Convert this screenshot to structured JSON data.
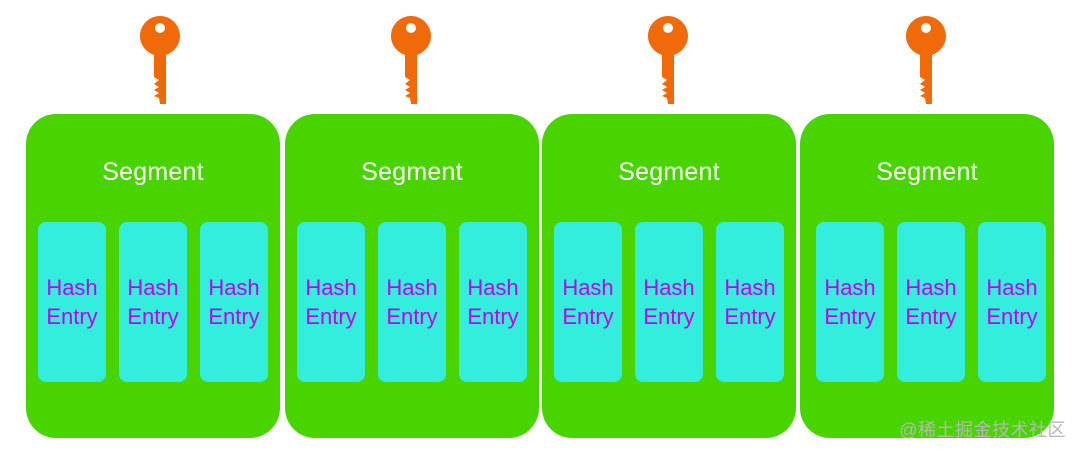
{
  "colors": {
    "segment": "#49d400",
    "entry": "#33eedd",
    "entry_text": "#c200f0",
    "key": "#f06a0a",
    "segment_title": "#ffffff",
    "watermark": "#b7b7b7"
  },
  "segments": [
    {
      "title": "Segment",
      "key_icon": "key-icon",
      "entries": [
        {
          "line1": "Hash",
          "line2": "Entry"
        },
        {
          "line1": "Hash",
          "line2": "Entry"
        },
        {
          "line1": "Hash",
          "line2": "Entry"
        }
      ]
    },
    {
      "title": "Segment",
      "key_icon": "key-icon",
      "entries": [
        {
          "line1": "Hash",
          "line2": "Entry"
        },
        {
          "line1": "Hash",
          "line2": "Entry"
        },
        {
          "line1": "Hash",
          "line2": "Entry"
        }
      ]
    },
    {
      "title": "Segment",
      "key_icon": "key-icon",
      "entries": [
        {
          "line1": "Hash",
          "line2": "Entry"
        },
        {
          "line1": "Hash",
          "line2": "Entry"
        },
        {
          "line1": "Hash",
          "line2": "Entry"
        }
      ]
    },
    {
      "title": "Segment",
      "key_icon": "key-icon",
      "entries": [
        {
          "line1": "Hash",
          "line2": "Entry"
        },
        {
          "line1": "Hash",
          "line2": "Entry"
        },
        {
          "line1": "Hash",
          "line2": "Entry"
        }
      ]
    }
  ],
  "watermark": "@稀土掘金技术社区"
}
